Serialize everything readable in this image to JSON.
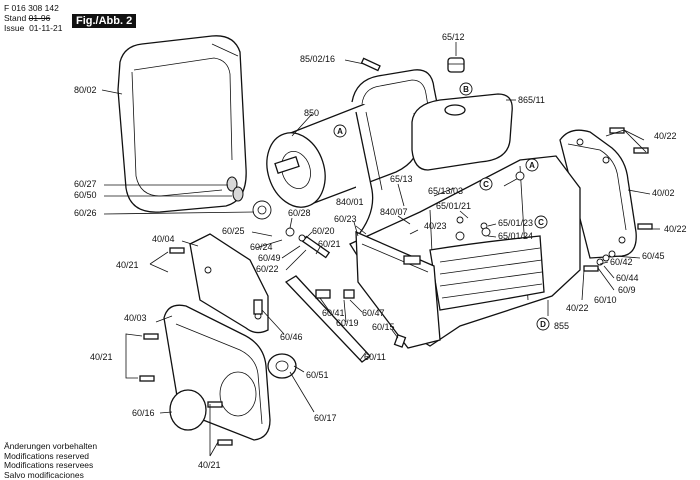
{
  "header": {
    "part_number": "F 016 308 142",
    "stand_label": "Stand",
    "stand_old": "01-96",
    "issue_label": "Issue",
    "issue_date": "01-11-21",
    "figure": "Fig./Abb. 2"
  },
  "footer": [
    "Änderungen vorbehalten",
    "Modifications reserved",
    "Modifications reservees",
    "Salvo modificaciones"
  ],
  "callouts": {
    "A1": "A",
    "A2": "A",
    "B": "B",
    "C1": "C",
    "C2": "C",
    "D": "D"
  },
  "labels": {
    "p80_02": "80/02",
    "p60_27": "60/27",
    "p60_50": "60/50",
    "p60_26": "60/26",
    "p850": "850",
    "p85_02_16": "85/02/16",
    "p65_12": "65/12",
    "p865_11": "865/11",
    "p40_22a": "40/22",
    "p40_02": "40/02",
    "p40_22b": "40/22",
    "p60_45": "60/45",
    "p60_42": "60/42",
    "p60_44": "60/44",
    "p60_9": "60/9",
    "p60_10": "60/10",
    "p40_22c": "40/22",
    "p855": "855",
    "p65_13": "65/13",
    "p65_13_03": "65/13/03",
    "p840_01": "840/01",
    "p840_07": "840/07",
    "p60_23a": "60/23",
    "p65_01_21": "65/01/21",
    "p40_23": "40/23",
    "p65_01_23": "65/01/23",
    "p65_01_24": "65/01/24",
    "p60_28": "60/28",
    "p60_20": "60/20",
    "p60_21": "60/21",
    "p60_25": "60/25",
    "p60_24": "60/24",
    "p60_49": "60/49",
    "p60_22": "60/22",
    "p40_04": "40/04",
    "p40_21a": "40/21",
    "p60_41": "60/41",
    "p60_19": "60/19",
    "p60_47": "60/47",
    "p60_15": "60/15",
    "p60_46": "60/46",
    "p40_03": "40/03",
    "p40_21b": "40/21",
    "p60_11": "60/11",
    "p60_51": "60/51",
    "p60_16": "60/16",
    "p60_17": "60/17",
    "p40_21c": "40/21"
  }
}
